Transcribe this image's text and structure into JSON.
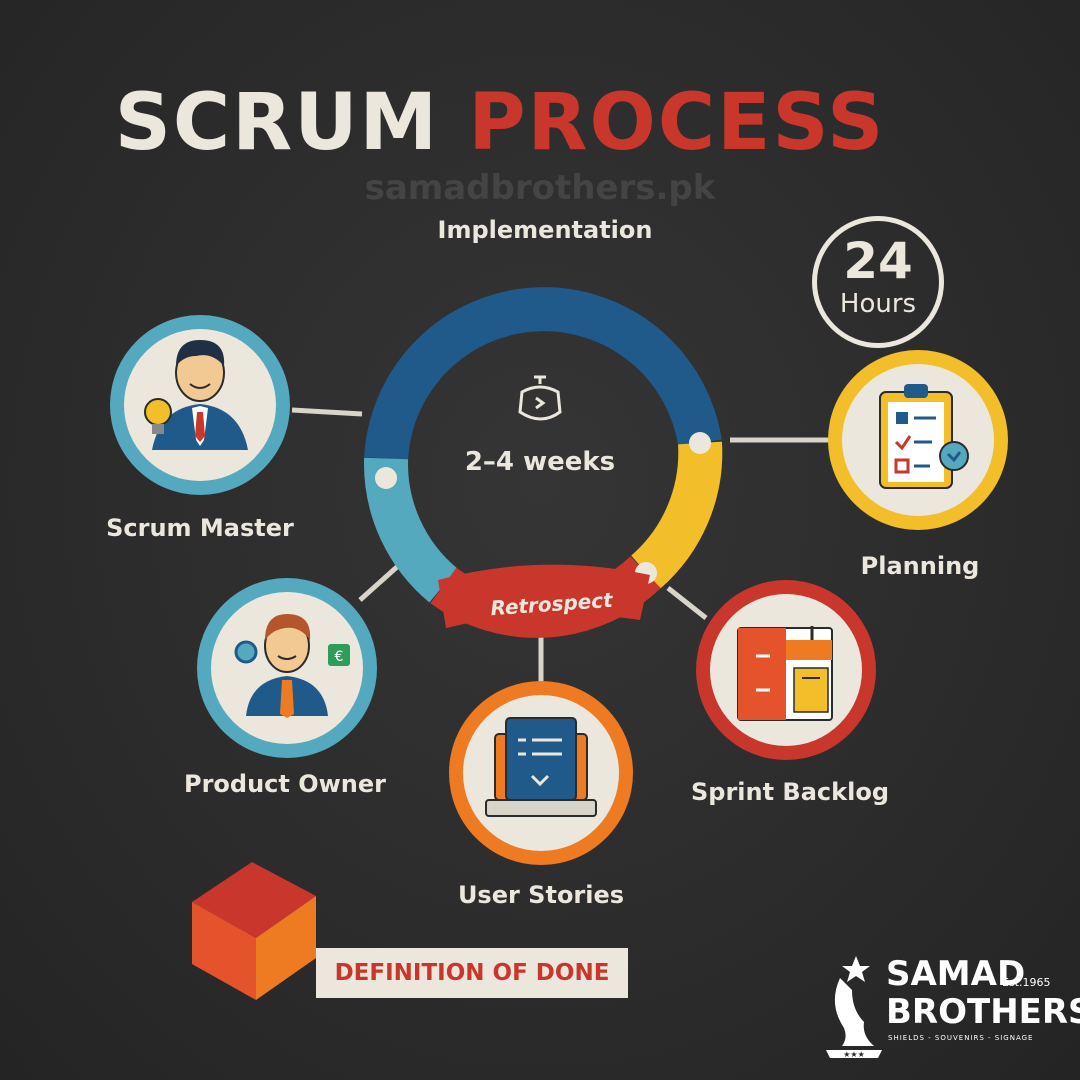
{
  "title": {
    "word1": "SCRUM",
    "word2": "PROCESS"
  },
  "watermark": "samadbrothers.pk",
  "cycle": {
    "center_label": "2–4 weeks",
    "top_label": "Implementation",
    "bottom_label": "Retrospect"
  },
  "daily": {
    "number": "24",
    "unit": "Hours"
  },
  "roles": {
    "scrum_master": "Scrum Master",
    "product_owner": "Product Owner"
  },
  "artifacts": {
    "planning": "Planning",
    "sprint_backlog": "Sprint Backlog",
    "user_stories": "User Stories"
  },
  "definition_of_done": "DEFINITION OF DONE",
  "logo": {
    "line1": "SAMAD",
    "est": "Est.1965",
    "line2": "BROTHERS",
    "tagline": "SHIELDS - SOUVENIRS - SIGNAGE"
  },
  "colors": {
    "background": "#2b2b2b",
    "title_light": "#ece7dd",
    "accent_red": "#c9372c",
    "ring_blue": "#1f5a8a",
    "ring_teal": "#55a9bf",
    "ring_yellow": "#f2bf2a",
    "ring_red": "#c9372c",
    "orange": "#ee7a22"
  }
}
